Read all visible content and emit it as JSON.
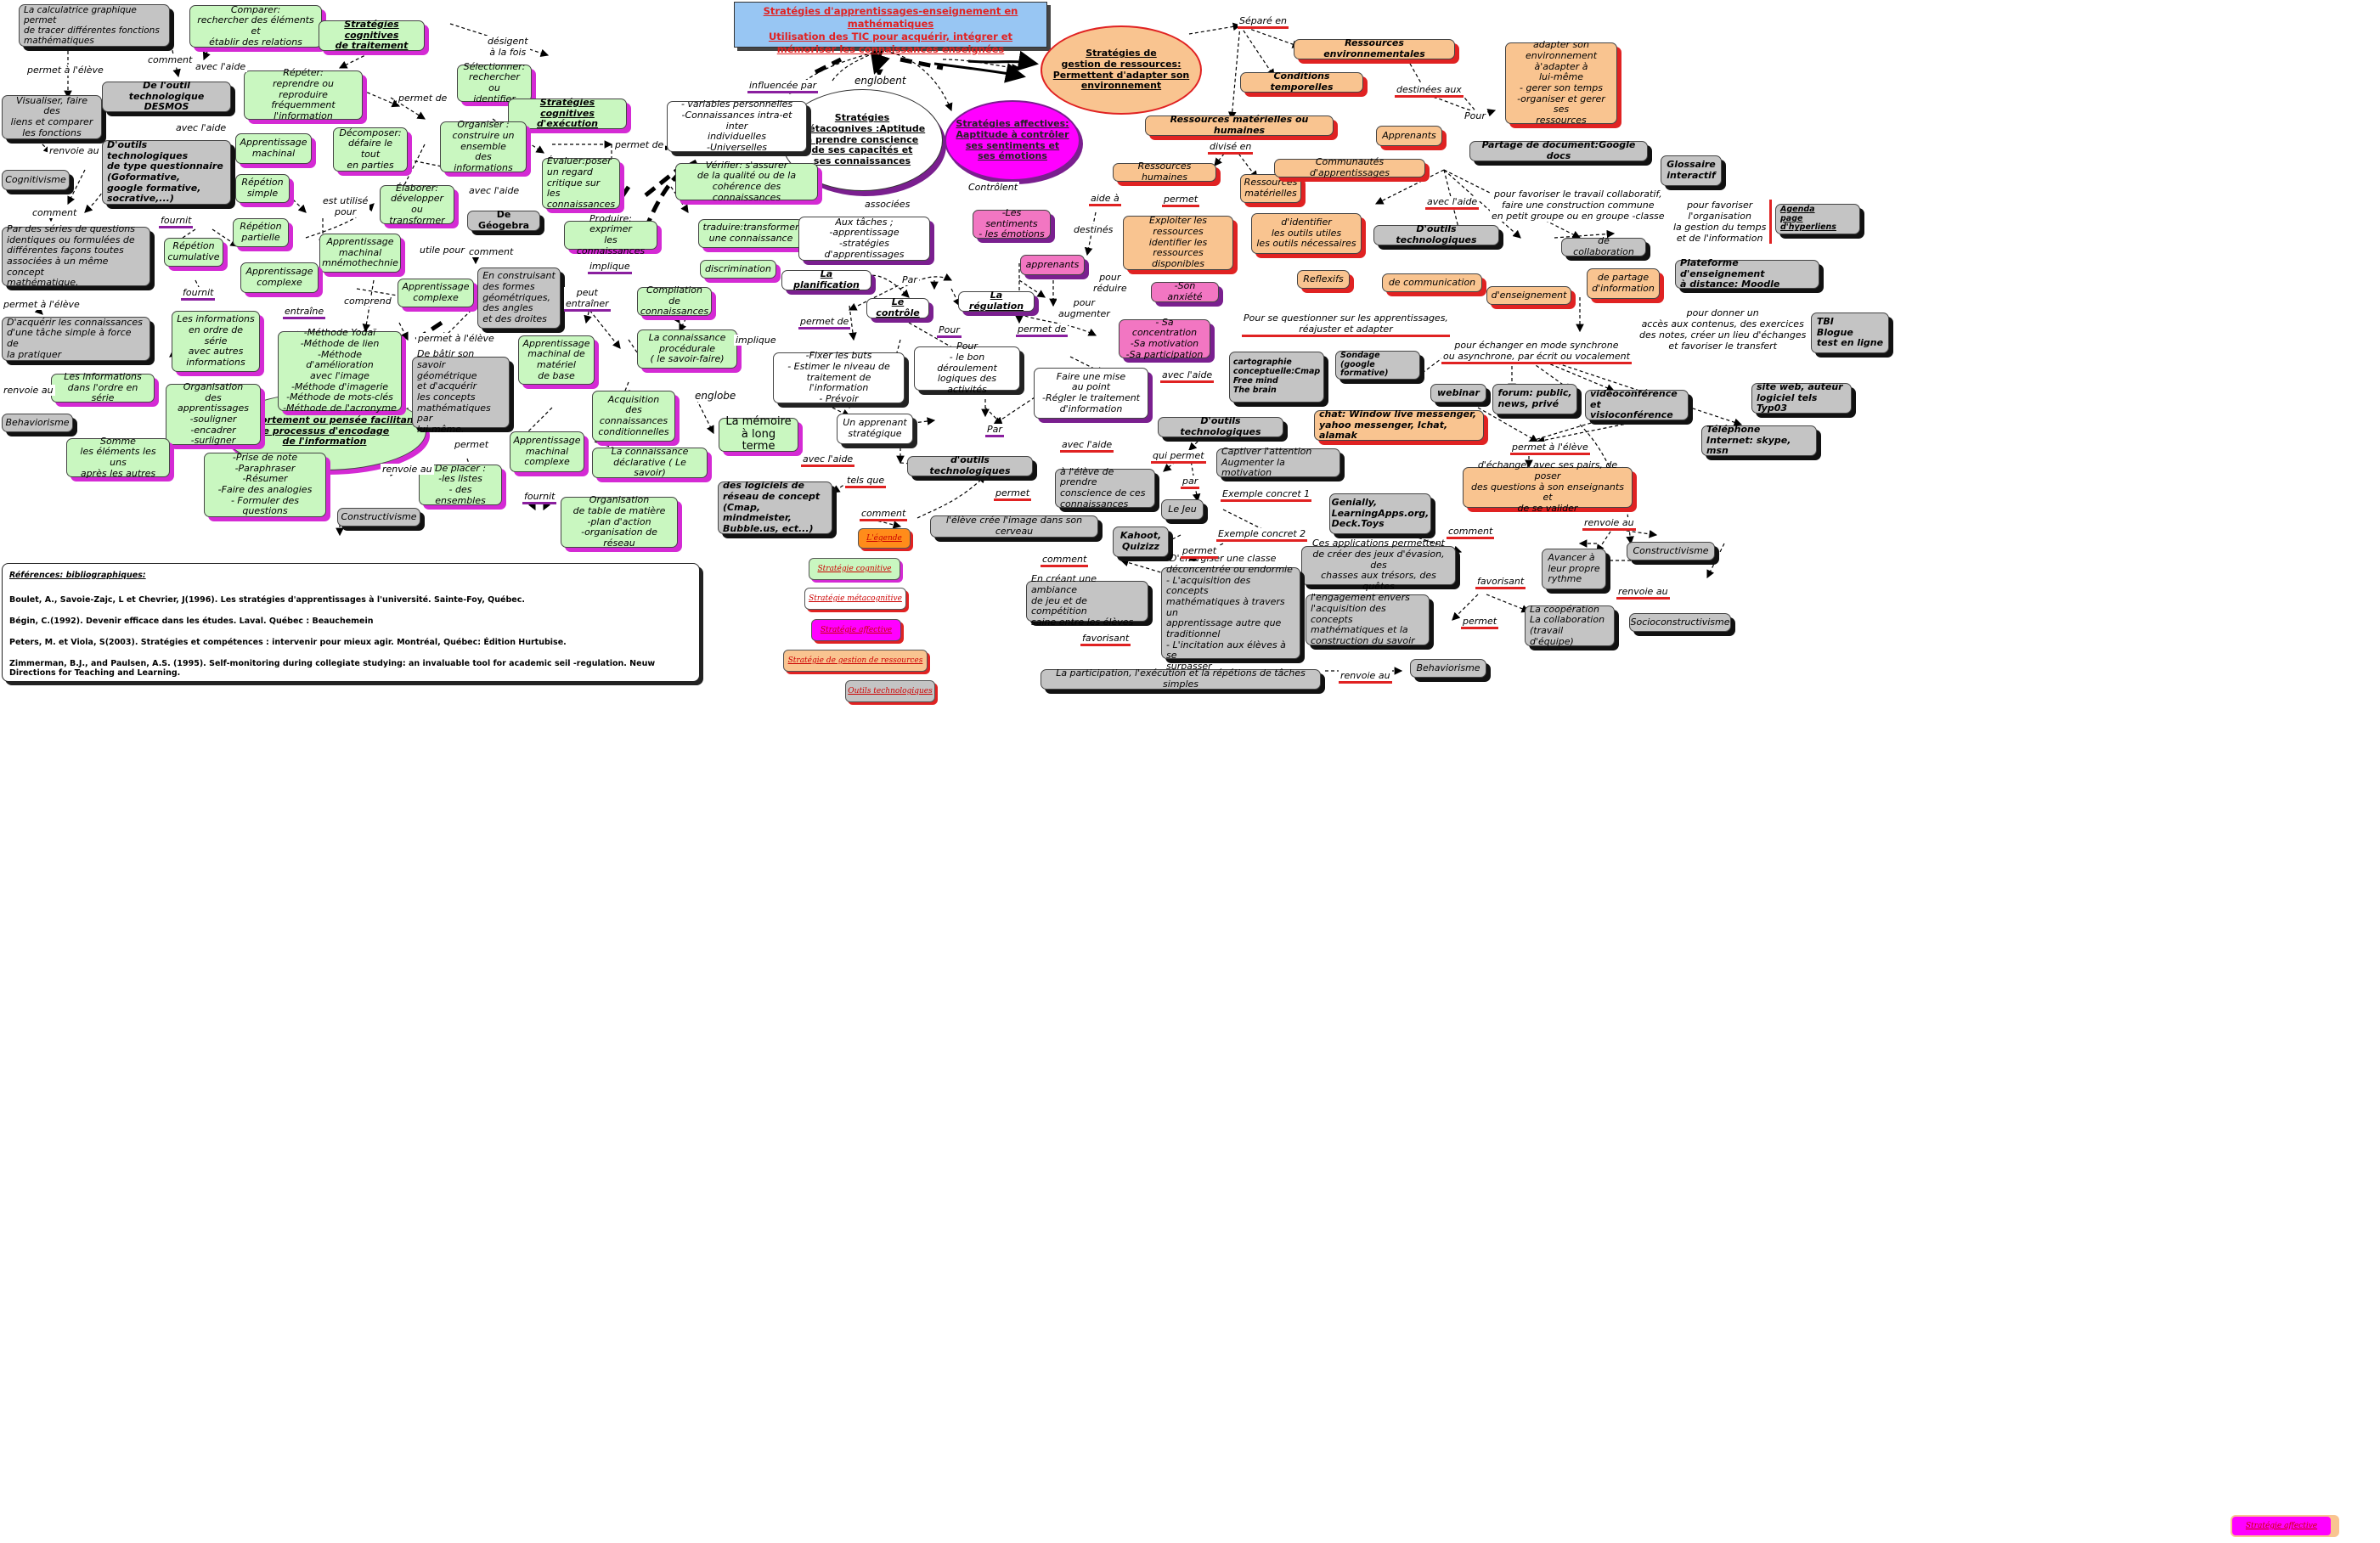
{
  "title": {
    "line1": "Stratégies d'apprentissages-enseignement en mathématiques",
    "line2": "Utilisation des TIC pour acquérir, intégrer et",
    "line3": "mémoriser les connaissances enseignées"
  },
  "ellipses": {
    "meta": "Stratégies\nmétacognives :Aptitude\nà prendre conscience\nde ses capacités et\nses connaissances",
    "ressources": "Stratégies de\ngestion de ressources:\nPermettent d'adapter son\nenvironnement",
    "affectives": "Stratégies affectives:\nAaptitude à contrôler\nses sentiments et\nses émotions",
    "comportement": "Comportement ou pensée facilitant\nle processus d'encodage\nde l'information"
  },
  "nodes": {
    "n1": "La calculatrice graphique permet\nde tracer différentes fonctions\nmathématiques",
    "n2": "Comparer:\nrechercher des éléments et\nétablir des relations",
    "n3": "Stratégies cognitives\nde traitement",
    "n4": "Visualiser, faire des\nliens et comparer\nles fonctions",
    "n5": "De l'outil technologique\nDESMOS",
    "n6": "Répéter:\nreprendre ou\nreproduire fréquemment\nl'information",
    "n7": "Sélectionner:\nrechercher ou\nidentifier",
    "n8": "Stratégies cognitives\nd'exécution",
    "n9": "Cognitivisme",
    "n10": "D'outils technologiques\nde type questionnaire\n(Goformative,\ngoogle formative,\nsocrative,...)",
    "n11": "Apprentissage\nmachinal",
    "n12": "Décomposer:\ndéfaire le tout\nen parties",
    "n13": "Organiser :\nconstruire un\nensemble\ndes informations",
    "n14": "Répétion\nsimple",
    "n15": "Élaborer:\ndévelopper ou\ntransformer",
    "n16": "Évaluer:poser\nun regard\ncritique sur les\nconnaissances",
    "n17": "Vérifier: s'assurer\nde la qualité ou de la\ncohérence des connaissances",
    "n18": "Par des séries de questions\nidentiques ou formulées de\ndifférentes façons toutes\nassociées à un même concept\nmathématique.",
    "n19": "Répétion\npartielle",
    "n20": "Répétion\ncumulative",
    "n21": "Apprentissage\nmachinal\nmnémothechnie",
    "n22": "De Géogebra",
    "n23": "Produire: exprimer\nles connaissances",
    "n24": "traduire:transformer\nune connaissance",
    "n25": "Apprentissage\ncomplexe",
    "n26": "Apprentissage\ncomplexe",
    "n27": "En construisant\ndes formes\ngéométriques,\ndes angles\net des droites",
    "n28": "discrimination",
    "n29": "D'acquérir les connaissances\nd'une tâche simple à force de\nla pratiquer",
    "n30": "Les informations\nen ordre de\nsérie\navec autres\ninformations",
    "n31": "-Méthode Yodaï\n-Méthode de lien\n-Méthode d'amélioration\navec l'image\n-Méthode d'imagerie\n-Méthode de mots-clés\n-Méthode de l'acronyme",
    "n32": "Compilation de\nconnaissances",
    "n33": "Les informations\ndans l'ordre en série",
    "n34": "Apprentissage\nmachinal de\nmatériel\nde base",
    "n35": "La connaissance\nprocédurale\n( le savoir-faire)",
    "n36": "De bâtir son\nsavoir géométrique\net d'acquérir\nles concepts\nmathématiques par\nlui-même.",
    "n37": "Behaviorisme",
    "n38": "Organisation\ndes apprentissages\n-souligner\n-encadrer\n-surligner",
    "n39": "Acquisition\ndes\nconnaissances\nconditionnelles",
    "n40": "La mémoire\nà long terme",
    "n41": "Somme\nles éléments les uns\naprès les autres",
    "n42": "-Prise de note\n-Paraphraser\n-Résumer\n-Faire des analogies\n- Formuler des questions",
    "n43": "De placer :\n-les listes\n- des ensembles",
    "n44": "Apprentissage\nmachinal\ncomplexe",
    "n45": "La connaissance\ndéclarative ( Le savoir)",
    "n46": "Constructivisme",
    "n47": "Organisation\nde table de matière\n-plan d'action\n-organisation de réseau",
    "n48": "- variables personnelles\n-Connaissances intra-et inter\nindividuelles\n-Universelles",
    "n49": "Aux tâches ;\n-apprentissage\n-stratégies d'apprentissages",
    "n50": "La planification",
    "n51": "Le contrôle",
    "n52": "La régulation",
    "n53": "-Fixer les buts\n- Estimer le niveau de\ntraitement de l'information\n- Prévoir",
    "n54": "Pour\n- le bon déroulement\nlogiques des activités",
    "n55": "Faire une mise\nau point\n-Régler le traitement\nd'information",
    "n56": "Un apprenant\nstratégique",
    "n57": "d'outils technologiques",
    "n58": "des logiciels de\nréseau de concept\n(Cmap, mindmeister,\nBubble.us, ect...)",
    "n59": "l'élève crée l'image dans son cerveau",
    "n60": "-Les sentiments\n- les émotions",
    "n61": "apprenants",
    "n62": "-Son anxiété",
    "n63": "- Sa concentration\n-Sa motivation\n-Sa participation",
    "n64": "Ressources environnementales",
    "n65": "Conditions temporelles",
    "n66": "adapter son\nenvironnement\nà'adapter à\nlui-même\n- gerer son temps\n-organiser et gerer ses\nressources",
    "n67": "Ressources matérielles ou humaines",
    "n68": "Apprenants",
    "n69": "Ressources humaines",
    "n70": "Ressources\nmatérielles",
    "n71": "Communautés d'apprentissages",
    "n72": "Partage de document:Google docs",
    "n73": "Glossaire\ninteractif",
    "n74": "Exploiter les\nressources\nidentifier les\nressources disponibles",
    "n75": "d'identifier\nles outils utiles\nles outils nécessaires",
    "n76": "D'outils technologiques",
    "n77": "de collaboration",
    "n78": "Agenda\npage d'hyperliens",
    "n79": "Reflexifs",
    "n80": "de communication",
    "n81": "d'enseignement",
    "n82": "de partage\nd'information",
    "n83": "Plateforme d'enseignement\nà distance: Moodle",
    "n84": "cartographie\nconceptuelle:Cmap\nFree mind\nThe brain",
    "n85": "Sondage\n(google formative)",
    "n86": "TBI\nBlogue\ntest en ligne",
    "n87": "webinar",
    "n88": "forum: public,\nnews, privé",
    "n89": "vidéoconférence et\nvisioconférence",
    "n90": "site web, auteur\nlogiciel tels Typ03",
    "n91": "chat: Window live messenger,\nyahoo messenger, Ichat, alamak",
    "n92": "Téléphone\nInternet: skype, msn",
    "n93": "D'outils technologiques",
    "n94": "Captiver l'attention\nAugmenter la motivation",
    "n95": "d'échanger avec ses pairs, de poser\ndes questions à son enseignants et\nde se valider",
    "n96": "à l'élève de prendre\nconscience de ces\nconnaissances",
    "n97": "Le Jeu",
    "n98": "Genially,\nLearningApps.org,\nDeck.Toys",
    "n99": "Kahoot,\nQuizizz",
    "n100": "Constructivisme",
    "n101": "Ces applications permettent\nde créer des jeux d'évasion, des\nchasses aux trésors, des quêtes",
    "n102": "Avancer à\nleur propre\nrythme",
    "n103": "En créant une ambiance\nde jeu et de compétition\nsaine entre les élèves",
    "n104": "-D'énergiser une classe\ndéconcentrée ou endormie\n- L'acquisition des concepts\nmathématiques à travers un\napprentissage autre que\ntraditionnel\n- L'incitation aux élèves à se\nsurpasser",
    "n105": "l'engagement envers\nl'acquisition des concepts\nmathématiques et la\nconstruction du savoir",
    "n106": "La coopération\nLa collaboration\n(travail d'équipe)",
    "n107": "Socioconstructivisme",
    "n108": "La participation, l'exécution et la répétions de tâches simples",
    "n109": "Behaviorisme"
  },
  "labels": {
    "l1": "permet à l'élève",
    "l2": "comment",
    "l3": "avec l'aide",
    "l4": "renvoie au",
    "l5": "avec l'aide",
    "l6": "comment",
    "l7": "fournit",
    "l8": "fournit",
    "l9": "permet à l'élève",
    "l10": "renvoie au",
    "l11": "désigent\nà la fois",
    "l12": "permet de",
    "l13": "est utilisé\npour",
    "l14": "avec l'aide",
    "l15": "permet de",
    "l16": "utile pour",
    "l17": "comment",
    "l18": "comprend",
    "l19": "entraîne",
    "l20": "permet à l'élève",
    "l21": "peut\nentraîner",
    "l22": "implique",
    "l23": "implique",
    "l24": "englobe",
    "l25": "permet",
    "l26": "renvoie au",
    "l27": "fournit",
    "l28": "influencée par",
    "l29": "englobent",
    "l30": "associées",
    "l31": "Contrôlent",
    "l32": "destinés",
    "l33": "Par",
    "l34": "permet de",
    "l35": "Pour",
    "l36": "permet de",
    "l37": "Par",
    "l38": "avec l'aide",
    "l39": "tels que",
    "l40": "comment",
    "l41": "avec l'aide",
    "l42": "permet",
    "l43": "pour\nréduire",
    "l44": "pour\naugmenter",
    "l45": "avec l'aide",
    "l46": "Séparé en",
    "l47": "destinées aux",
    "l48": "Pour",
    "l49": "divisé en",
    "l50": "aide à",
    "l51": "permet",
    "l52": "avec l'aide",
    "l53": "pour favoriser le travail collaboratif,\nfaire une construction commune\nen petit groupe ou en groupe -classe",
    "l54": "pour favoriser\nl'organisation\nla gestion du temps\net de l'information",
    "l55": "Pour se questionner sur les apprentissages,\nréajuster et adapter",
    "l56": "pour donner un\naccès aux contenus, des exercices\ndes notes, créer un lieu d'échanges\net favoriser le transfert",
    "l57": "pour échanger en mode synchrone\nou asynchrone, par écrit ou vocalement",
    "l58": "permet à l'élève",
    "l59": "qui permet",
    "l60": "par",
    "l61": "Exemple concret 1",
    "l62": "Exemple concret 2",
    "l63": "comment",
    "l64": "permet",
    "l65": "renvoie au",
    "l66": "comment",
    "l67": "favorisant",
    "l68": "renvoie au",
    "l69": "favorisant",
    "l70": "permet",
    "l71": "renvoie au"
  },
  "legend": {
    "l1": "L'égende",
    "l2": "Stratégie cognitive",
    "l3": "Stratégie métacognitive",
    "l4": "Stratégie affective",
    "l5": "Stratégie de gestion de ressources",
    "l6": "Outils technologiques",
    "corner": "Stratégie affective"
  },
  "references": {
    "heading": "Références: bibliographiques:",
    "r1": "Boulet, A., Savoie-Zajc, L et Chevrier, J(1996). Les stratégies d'apprentissages à l'université. Sainte-Foy, Québec.",
    "r2": "Bégin, C.(1992). Devenir efficace dans les études. Laval. Québec : Beauchemein",
    "r3": "Peters, M. et Viola, S(2003). Stratégies et compétences : intervenir pour mieux agir. Montréal, Québec: Édition Hurtubise.",
    "r4": "Zimmerman, B.J., and Paulsen, A.S. (1995). Self-monitoring during collegiate studying: an invaluable tool for academic seil -regulation. Neuw Directions for Teaching and Learning."
  },
  "colors": {
    "cognitive": "#c9f7c0",
    "tools": "#c4c4c4",
    "resources": "#f9c490",
    "affective": "#ff00ff",
    "metacognitive": "#ffffff",
    "title_bg": "#98c6f3",
    "accent_red": "#e02222",
    "accent_purple": "#8a1f9f"
  }
}
